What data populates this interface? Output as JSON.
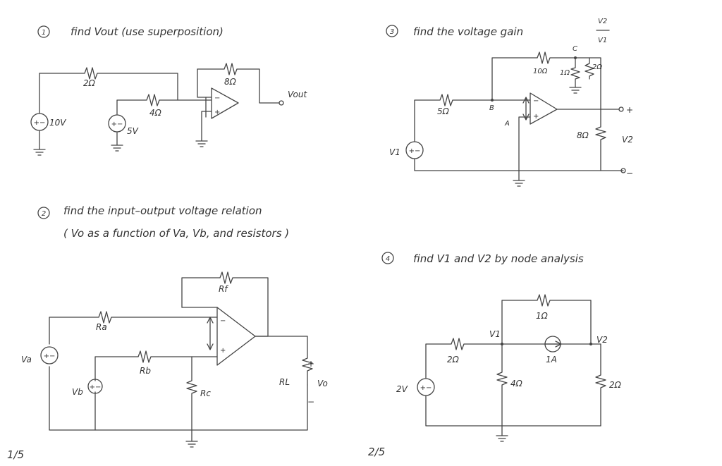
{
  "problem1": {
    "number": "1",
    "prompt": "find   Vout   (use superposition)",
    "source_10v": "10V",
    "source_5v": "5V",
    "r_2": "2Ω",
    "r_4": "4Ω",
    "r_8": "8Ω",
    "vout": "Vout"
  },
  "problem2": {
    "number": "2",
    "prompt_line1": "find  the  input–output  voltage  relation",
    "prompt_line2": "( Vo  as  a function of  Va,  Vb,  and resistors )",
    "va": "Va",
    "vb": "Vb",
    "ra": "Ra",
    "rb": "Rb",
    "rc": "Rc",
    "rf": "Rf",
    "rl": "RL",
    "vo": "Vo",
    "plus": "+",
    "minus": "−"
  },
  "problem3": {
    "number": "3",
    "prompt": "find  the  voltage  gain",
    "gain_num": "V2",
    "gain_den": "V1",
    "v1": "V1",
    "v2": "V2",
    "r_5": "5Ω",
    "r_10": "10Ω",
    "r_1": "1Ω",
    "r_2": "2Ω",
    "r_8": "8Ω",
    "node_a": "A",
    "node_b": "B",
    "node_c": "C",
    "plus": "+",
    "minus": "−"
  },
  "problem4": {
    "number": "4",
    "prompt": "find  V1  and  V2   by  node  analysis",
    "source": "2V",
    "v1": "V1",
    "v2": "V2",
    "r_1": "1Ω",
    "r_2a": "2Ω",
    "r_4": "4Ω",
    "r_2b": "2Ω",
    "current": "1A"
  },
  "pages": {
    "left": "1/5",
    "right": "2/5"
  }
}
